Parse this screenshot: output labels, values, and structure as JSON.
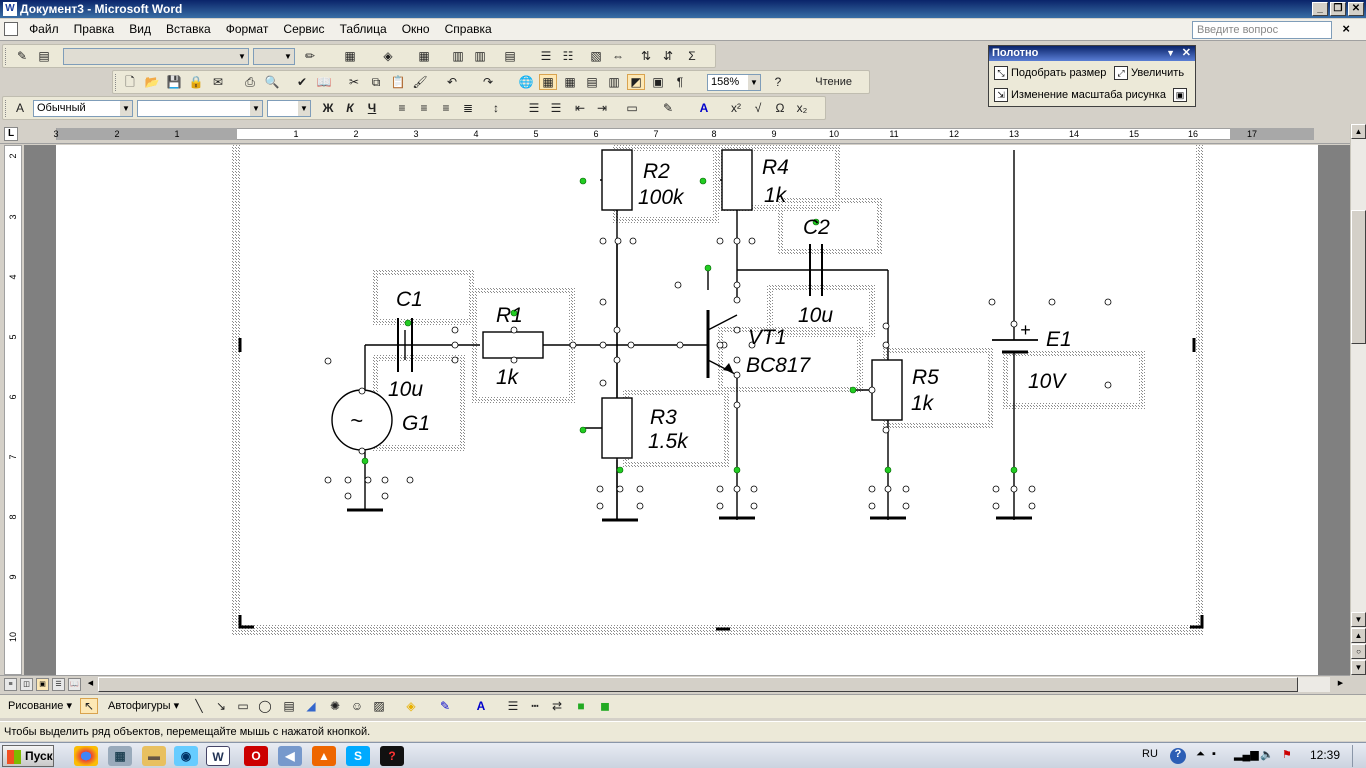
{
  "window": {
    "title": "Документ3 - Microsoft Word",
    "minimize": "_",
    "maximize": "❐",
    "close": "✕"
  },
  "menu": {
    "items": [
      "Файл",
      "Правка",
      "Вид",
      "Вставка",
      "Формат",
      "Сервис",
      "Таблица",
      "Окно",
      "Справка"
    ],
    "ask_placeholder": "Введите вопрос",
    "doc_close": "×"
  },
  "toolbar_standard": {
    "zoom": "158%",
    "read_label": "Чтение"
  },
  "toolbar_format": {
    "style": "Обычный",
    "font": "",
    "size": ""
  },
  "canvas_toolbar": {
    "title": "Полотно",
    "fit_label": "Подобрать размер",
    "expand_label": "Увеличить",
    "scale_label": "Изменение масштаба рисунка"
  },
  "ruler": {
    "labels": [
      "3",
      "2",
      "1",
      "1",
      "2",
      "3",
      "4",
      "5",
      "6",
      "7",
      "8",
      "9",
      "10",
      "11",
      "12",
      "13",
      "14",
      "15",
      "16",
      "17"
    ],
    "vlabels": [
      "2",
      "3",
      "4",
      "5",
      "6",
      "7",
      "8",
      "9",
      "10"
    ]
  },
  "drawing_toolbar": {
    "drawing_label": "Рисование",
    "autoshapes_label": "Автофигуры"
  },
  "status": {
    "text": "Чтобы выделить ряд объектов, перемещайте мышь с нажатой кнопкой."
  },
  "taskbar": {
    "start_label": "Пуск",
    "lang": "RU",
    "clock": "12:39"
  },
  "schematic": {
    "labels": {
      "r2_name": "R2",
      "r2_val": "100k",
      "r4_name": "R4",
      "r4_val": "1k",
      "c2_name": "C2",
      "c2_val": "10u",
      "c1_name": "C1",
      "c1_val": "10u",
      "r1_name": "R1",
      "r1_val": "1k",
      "vt1_name": "VT1",
      "vt1_val": "BC817",
      "e1_name": "E1",
      "e1_val": "10V",
      "r5_name": "R5",
      "r5_val": "1k",
      "r3_name": "R3",
      "r3_val": "1.5k",
      "g1_name": "G1",
      "g1_symbol": "~",
      "e1_plus": "+"
    }
  },
  "colors": {
    "accent": "#0a246a",
    "pin_green": "#22cc22",
    "canvas_hatch": "#9a9a9a"
  }
}
